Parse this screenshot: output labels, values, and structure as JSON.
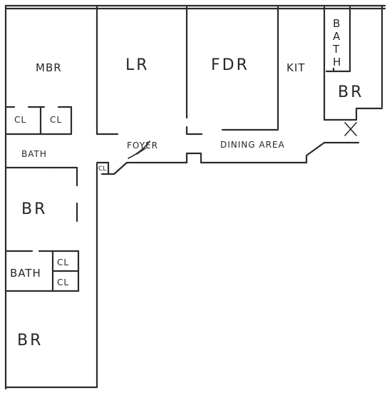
{
  "labels": {
    "mbr": "MBR",
    "lr": "LR",
    "fdr": "FDR",
    "kit": "KIT",
    "bath_vertical": [
      "B",
      "A",
      "T",
      "H"
    ],
    "br_top_right": "BR",
    "cl_1": "CL",
    "cl_2": "CL",
    "bath_upper_left": "BATH",
    "foyer": "FOYER",
    "dining_area": "DINING AREA",
    "cl_foyer": "CL",
    "br_mid_left": "BR",
    "bath_lower_left": "BATH",
    "cl_3": "CL",
    "cl_4": "CL",
    "br_bottom_left": "BR"
  }
}
